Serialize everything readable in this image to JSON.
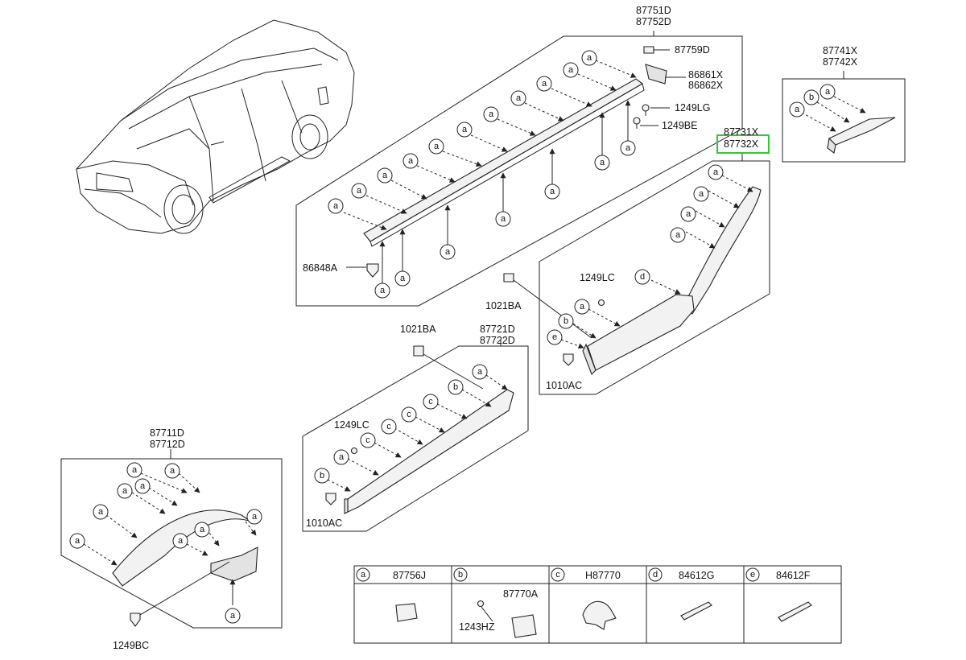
{
  "callouts": {
    "t1": "87751D",
    "t2": "87752D",
    "c1": "87759D",
    "c2a": "86861X",
    "c2b": "86862X",
    "c3": "1249LG",
    "c4": "1249BE",
    "c5": "86848A",
    "r1": "87741X",
    "r2": "87742X",
    "g1": "87731X",
    "g2": "87732X",
    "g3": "1249LC",
    "g4": "1021BA",
    "g5": "1010AC",
    "d1": "87721D",
    "d2": "87722D",
    "d3": "1021BA",
    "d4": "1249LC",
    "d5": "1010AC",
    "f1": "87711D",
    "f2": "87712D",
    "f3": "1249BC"
  },
  "legend": {
    "cells": [
      {
        "letter": "a",
        "part": "87756J"
      },
      {
        "letter": "b",
        "part": "",
        "sub1": "87770A",
        "sub2": "1243HZ"
      },
      {
        "letter": "c",
        "part": "H87770"
      },
      {
        "letter": "d",
        "part": "84612G"
      },
      {
        "letter": "e",
        "part": "84612F"
      }
    ]
  },
  "letters": {
    "a": "a",
    "b": "b",
    "c": "c",
    "d": "d",
    "e": "e"
  },
  "highlight_color": "#35c43a"
}
